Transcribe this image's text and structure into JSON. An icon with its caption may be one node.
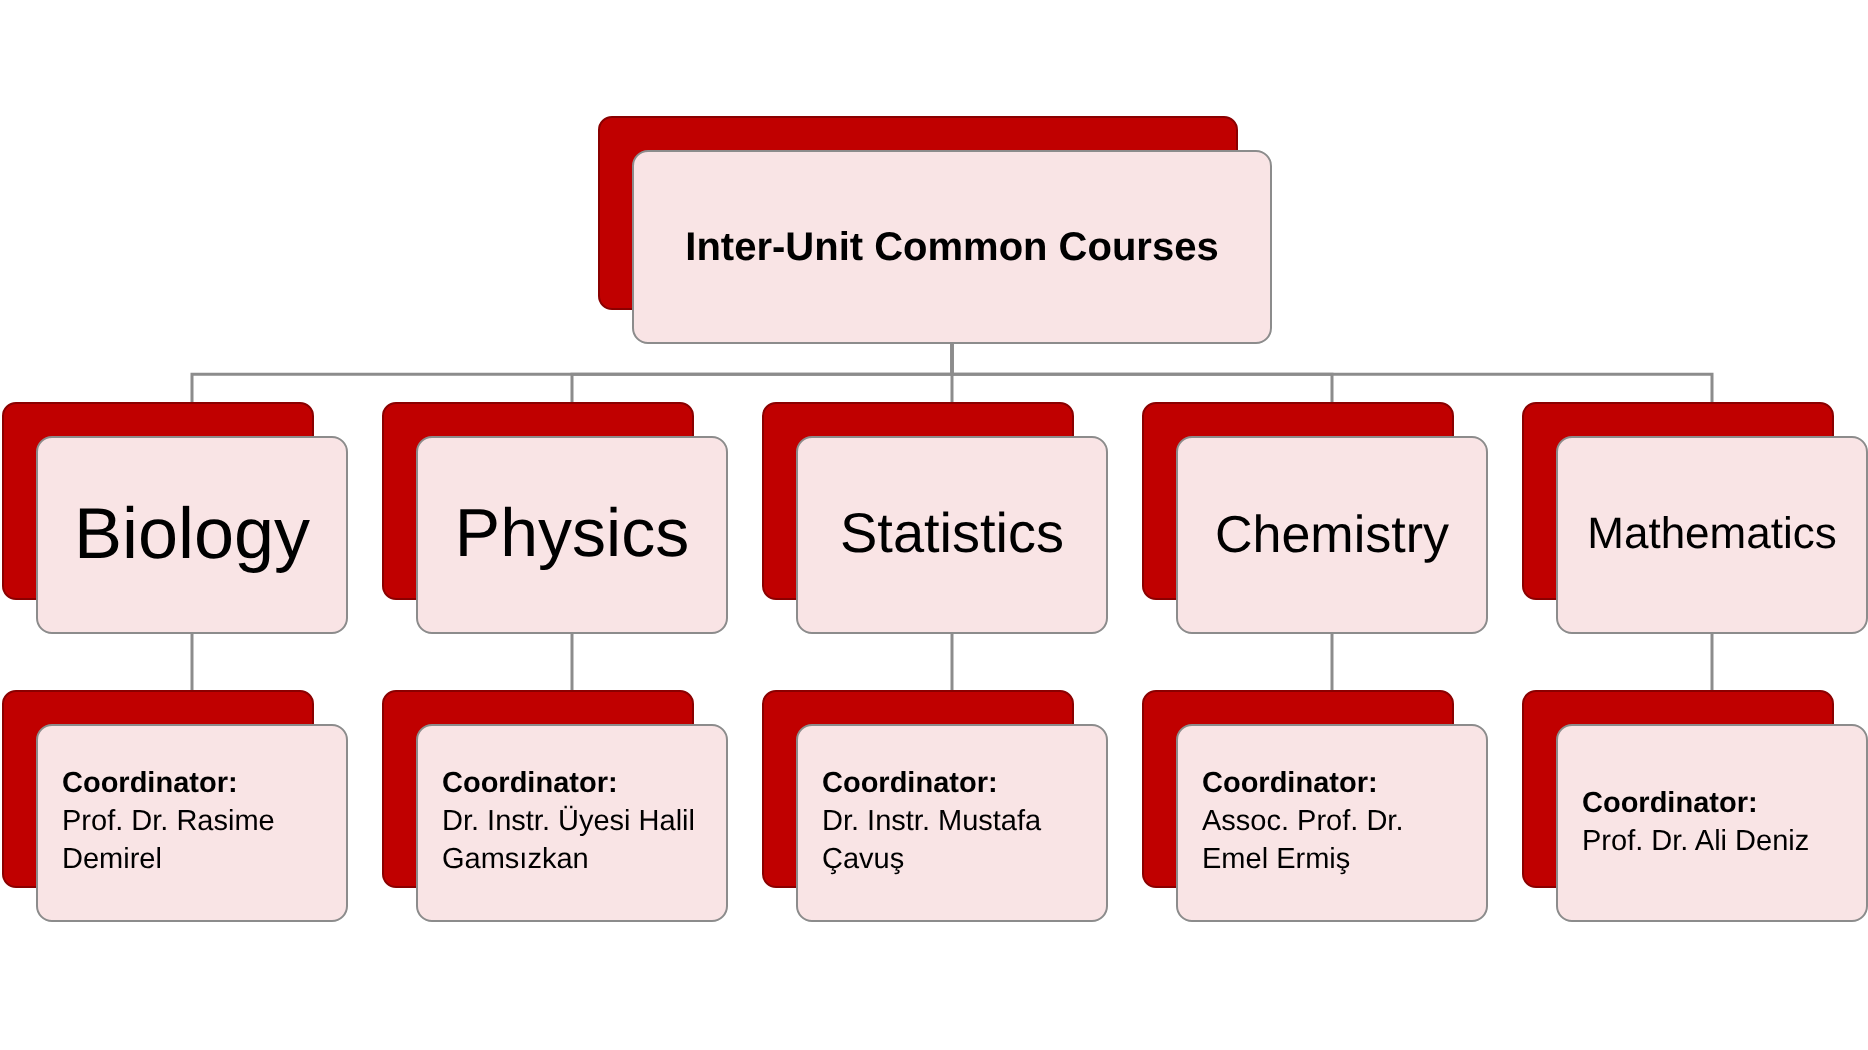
{
  "diagram": {
    "nodes": [
      {
        "text": [
          "Inter-Unit Common Courses"
        ]
      },
      {
        "text": [
          "Biology"
        ]
      },
      {
        "text": [
          "Physics"
        ]
      },
      {
        "text": [
          "Statistics"
        ]
      },
      {
        "text": [
          "Chemistry"
        ]
      },
      {
        "text": [
          "Mathematics"
        ]
      },
      {
        "text": [
          "Coordinator:",
          "Prof. Dr. Rasime Demirel"
        ]
      },
      {
        "text": [
          "Coordinator:",
          "Dr. Instr. Üyesi Halil Gamsızkan"
        ]
      },
      {
        "text": [
          "Coordinator:",
          "Dr. Instr. Mustafa Çavuş"
        ]
      },
      {
        "text": [
          "Coordinator:",
          "Assoc. Prof. Dr. Emel Ermiş"
        ]
      },
      {
        "text": [
          "Coordinator:",
          "Prof. Dr. Ali Deniz"
        ]
      }
    ],
    "edges": [
      {
        "from": 0,
        "to": 1,
        "arrow": "none"
      },
      {
        "from": 0,
        "to": 2,
        "arrow": "none"
      },
      {
        "from": 0,
        "to": 3,
        "arrow": "none"
      },
      {
        "from": 0,
        "to": 4,
        "arrow": "none"
      },
      {
        "from": 0,
        "to": 5,
        "arrow": "none"
      },
      {
        "from": 1,
        "to": 6,
        "arrow": "none"
      },
      {
        "from": 2,
        "to": 7,
        "arrow": "none"
      },
      {
        "from": 3,
        "to": 8,
        "arrow": "none"
      },
      {
        "from": 4,
        "to": 9,
        "arrow": "none"
      },
      {
        "from": 5,
        "to": 10,
        "arrow": "none"
      }
    ]
  }
}
